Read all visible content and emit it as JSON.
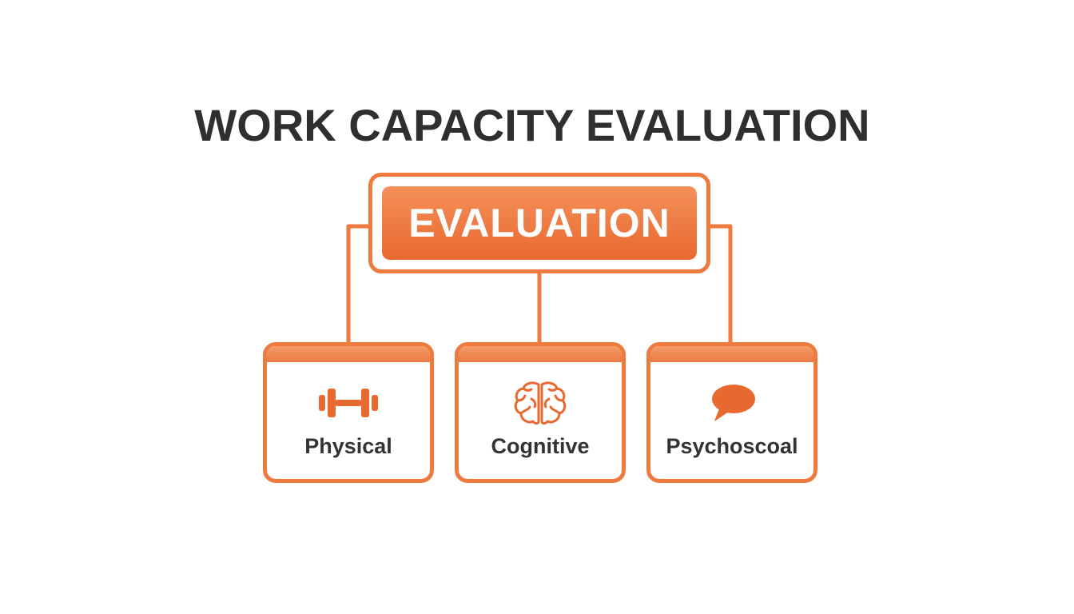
{
  "title": "WORK CAPACITY EVALUATION",
  "root": {
    "label": "EVALUATION"
  },
  "children": [
    {
      "label": "Physical",
      "icon": "dumbbell-icon"
    },
    {
      "label": "Cognitive",
      "icon": "brain-icon"
    },
    {
      "label": "Psychoscoal",
      "icon": "speech-bubble-icon"
    }
  ],
  "colors": {
    "accent": "#ee7a3e",
    "accent_dark": "#e8692f",
    "title_text": "#2f2f2f",
    "label_text": "#333333",
    "background": "#ffffff"
  }
}
